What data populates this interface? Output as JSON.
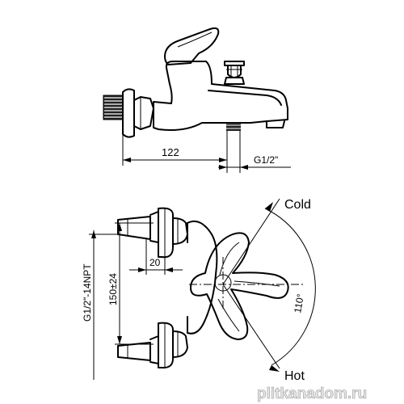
{
  "dimensions": {
    "side_width": "122",
    "thread": "G1/2\"",
    "top_width": "20",
    "center_distance": "150±24",
    "connection_thread": "G1/2\"-14NPT",
    "handle_angle": "110°"
  },
  "labels": {
    "cold": "Cold",
    "hot": "Hot"
  },
  "watermark": "plitkanadom.ru"
}
